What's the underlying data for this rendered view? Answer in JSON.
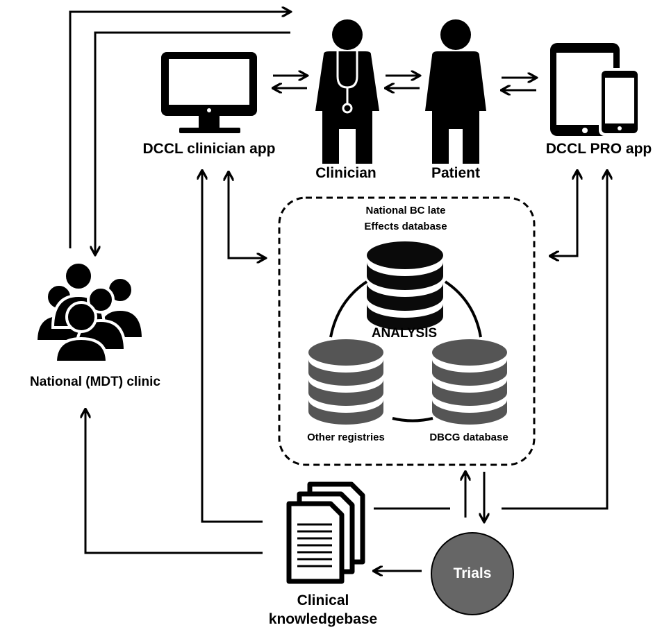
{
  "nodes": {
    "clinician_app": "DCCL clinician app",
    "clinician": "Clinician",
    "patient": "Patient",
    "pro_app": "DCCL PRO app",
    "mdt_clinic": "National (MDT) clinic",
    "national_db_line1": "National BC late",
    "national_db_line2": "Effects database",
    "analysis": "ANALYSIS",
    "other_registries": "Other registries",
    "dbcg_database": "DBCG database",
    "trials": "Trials",
    "knowledgebase_line1": "Clinical",
    "knowledgebase_line2": "knowledgebase"
  },
  "icons": {
    "clinician_app": "desktop-monitor-icon",
    "clinician": "doctor-stethoscope-icon",
    "patient": "person-icon",
    "pro_app": "tablet-phone-icon",
    "mdt_clinic": "group-of-people-icon",
    "national_db": "database-icon",
    "other_registries": "database-icon",
    "dbcg_database": "database-icon",
    "knowledgebase": "documents-stack-icon",
    "trials": "circle"
  },
  "colors": {
    "ink": "#000000",
    "db_dark": "#0a0a0a",
    "db_gray": "#555555",
    "trials_fill": "#666666",
    "trials_text": "#ffffff"
  }
}
